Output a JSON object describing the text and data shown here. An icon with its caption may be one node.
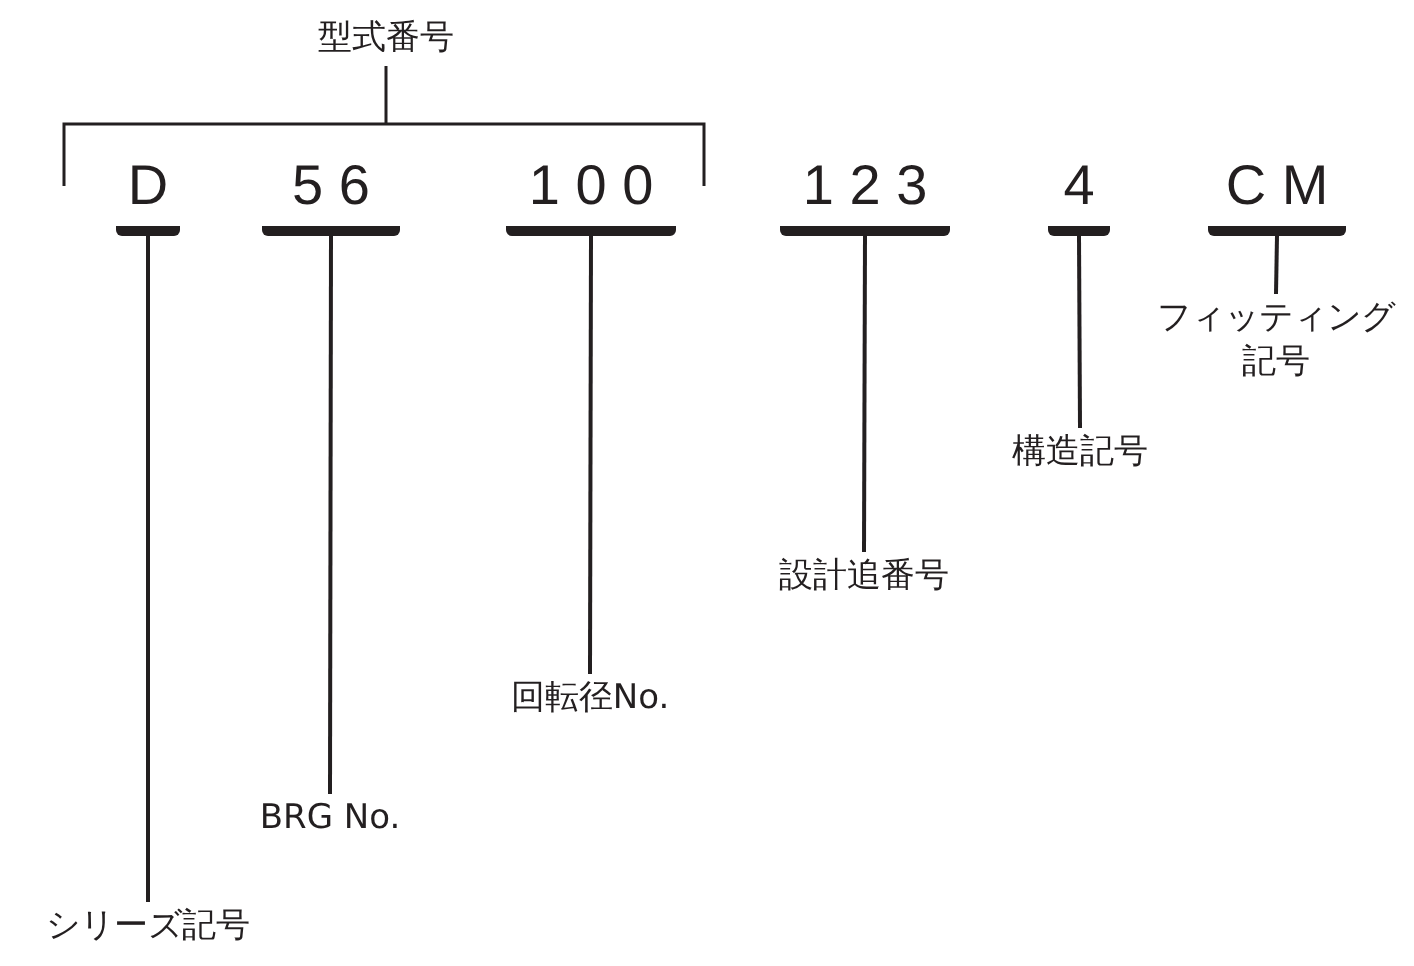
{
  "diagram": {
    "nodes": [
      {
        "text": [
          "D"
        ]
      },
      {
        "text": [
          "5 6"
        ]
      },
      {
        "text": [
          "1 0 0"
        ]
      },
      {
        "text": [
          "1 2 3"
        ]
      },
      {
        "text": [
          "4"
        ]
      },
      {
        "text": [
          "C M"
        ]
      },
      {
        "text": [
          "シリーズ記号"
        ]
      },
      {
        "text": [
          "BRG No."
        ]
      },
      {
        "text": [
          "回転径No."
        ]
      },
      {
        "text": [
          "設計追番号"
        ]
      },
      {
        "text": [
          "構造記号"
        ]
      },
      {
        "text": [
          "フィッティング記号"
        ]
      }
    ],
    "edges": [
      {
        "from": 6,
        "to": 0,
        "arrow": "none"
      },
      {
        "from": 7,
        "to": 1,
        "arrow": "none"
      },
      {
        "from": 8,
        "to": 2,
        "arrow": "none"
      },
      {
        "from": 9,
        "to": 3,
        "arrow": "none"
      },
      {
        "from": 10,
        "to": 4,
        "arrow": "none"
      },
      {
        "from": 11,
        "to": 5,
        "arrow": "none"
      }
    ],
    "labels": [
      "型式番号"
    ]
  }
}
